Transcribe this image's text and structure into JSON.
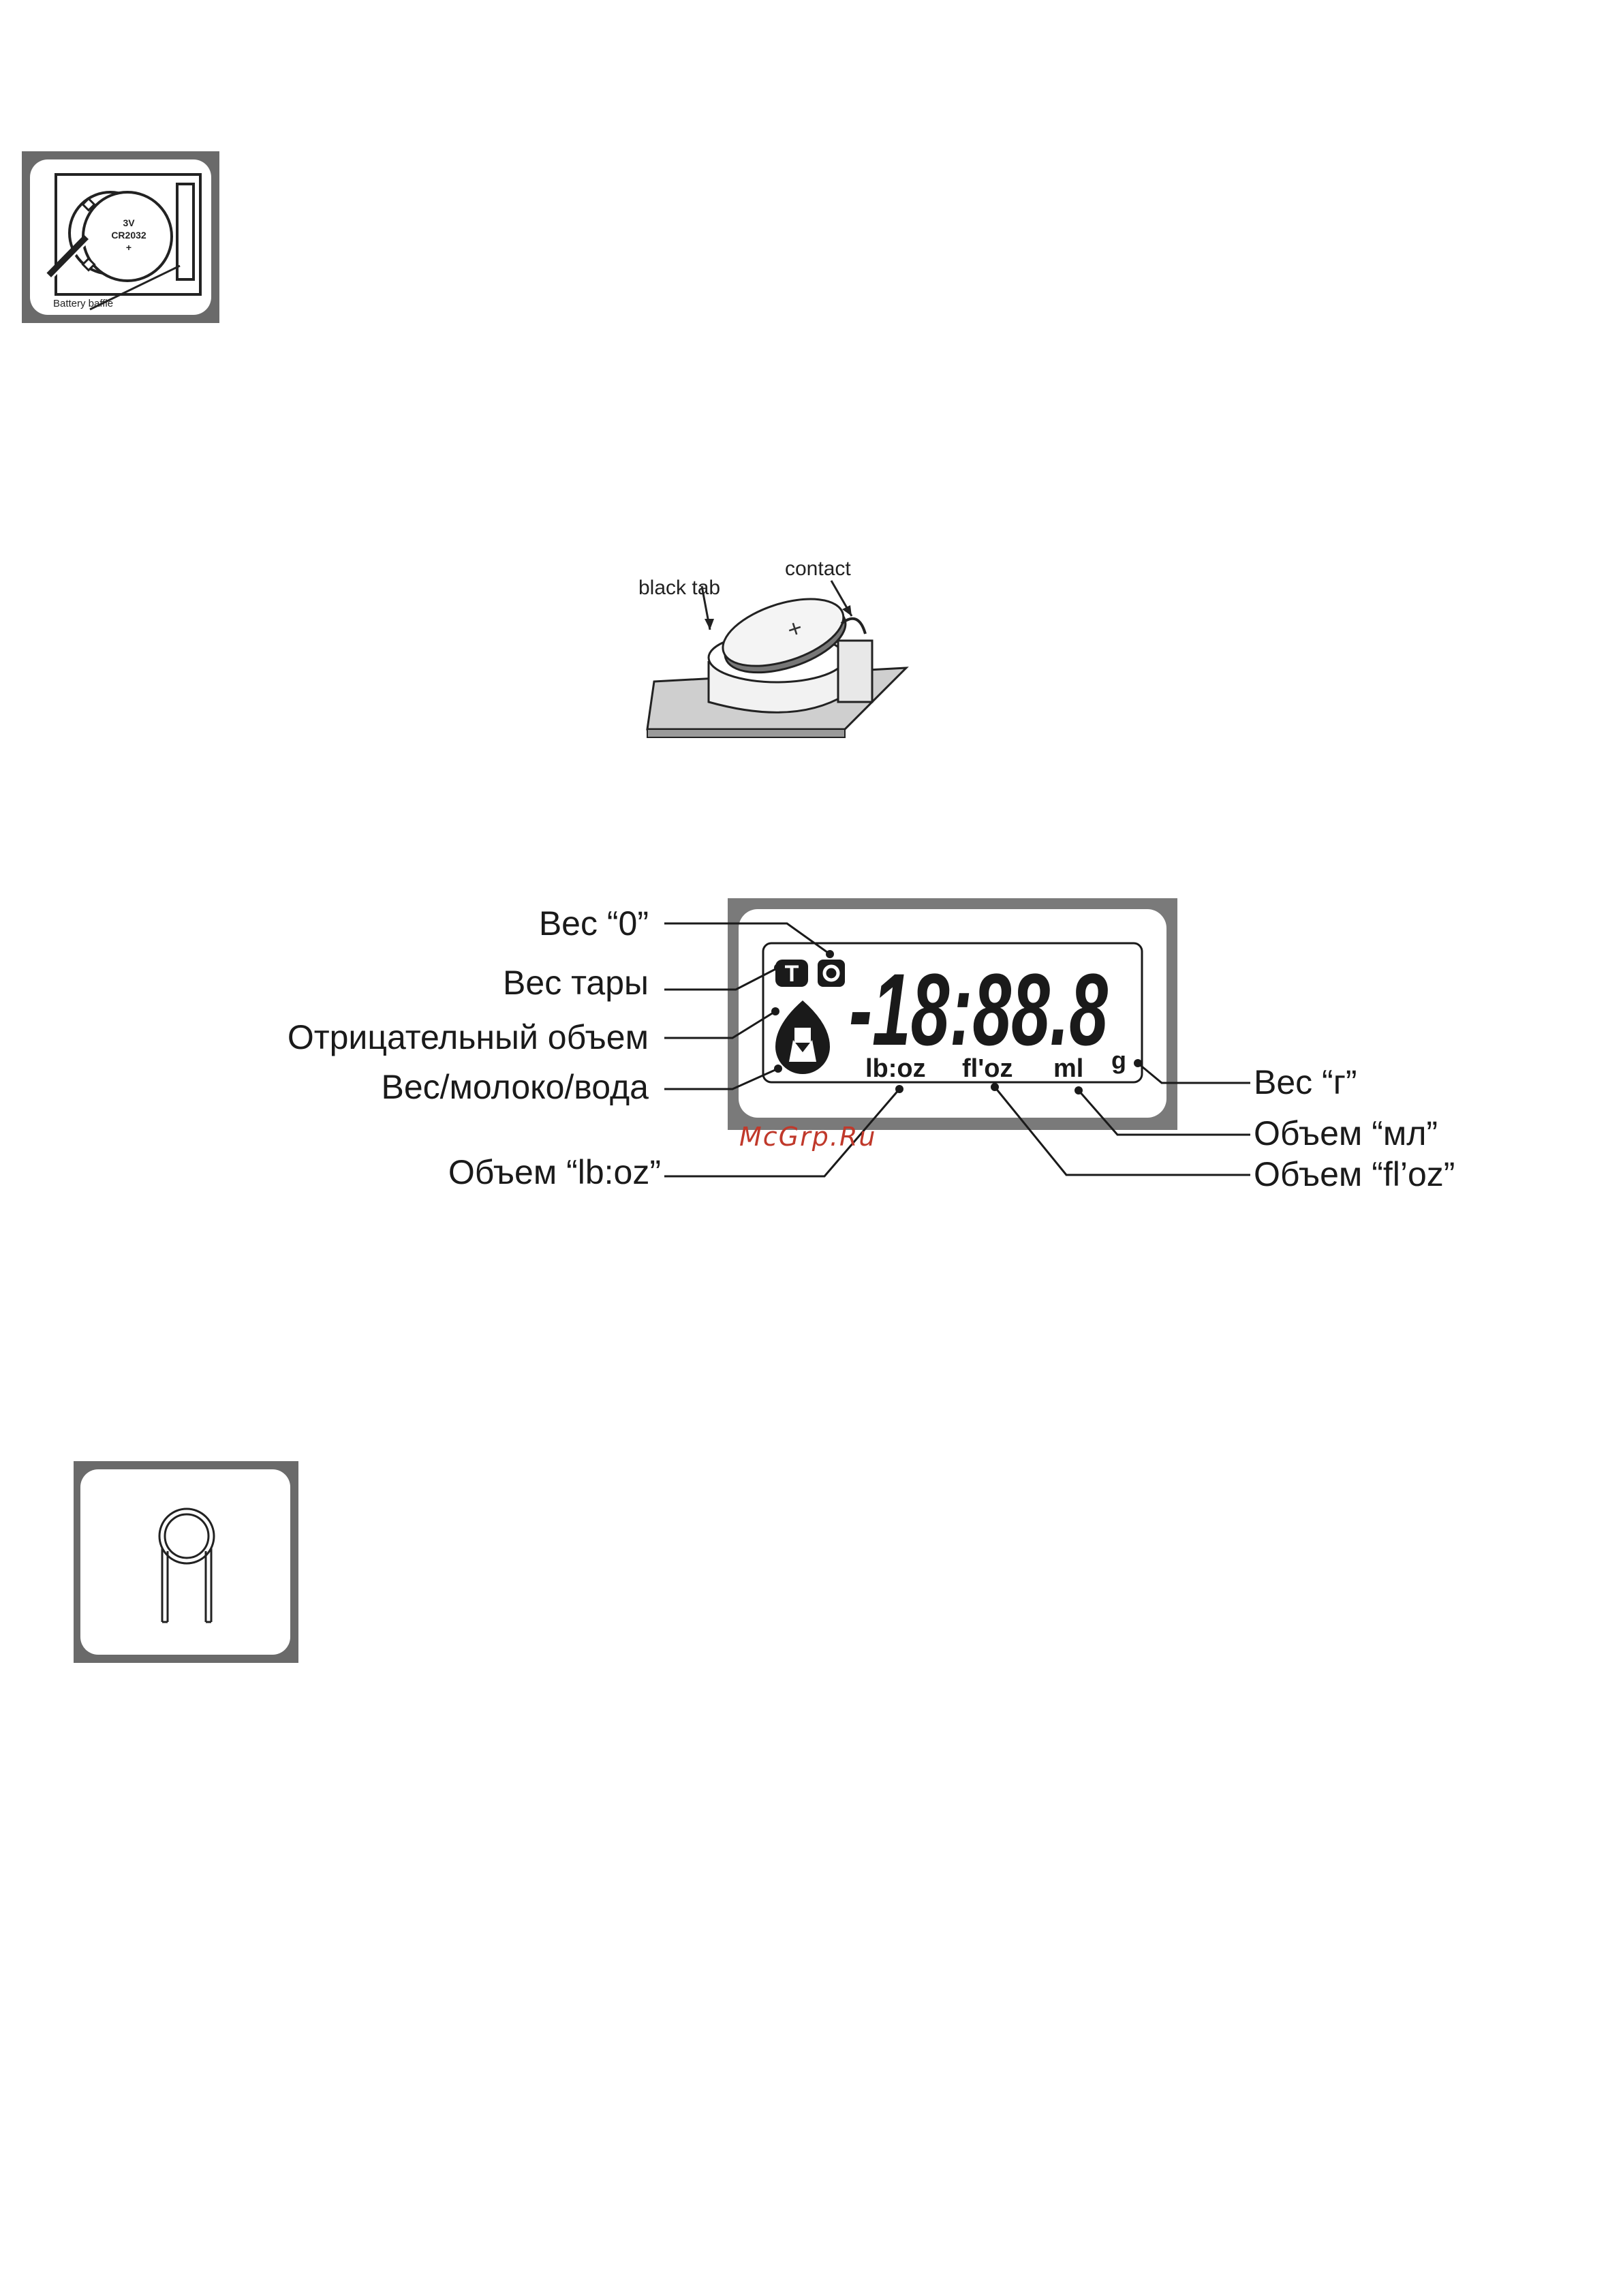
{
  "battery_icon": {
    "voltage": "3V",
    "model": "CR2032",
    "polarity": "+",
    "baffle_label": "Battery baffle"
  },
  "battery_install": {
    "black_tab_label": "black tab",
    "contact_label": "contact"
  },
  "lcd": {
    "digits": "-18:88.8",
    "tare_symbol": "T",
    "units": {
      "lb_oz": "lb:oz",
      "fl_oz": "fl'oz",
      "ml": "ml",
      "g": "g"
    },
    "callouts": {
      "zero_weight": "Вес “0”",
      "tare_weight": "Вес тары",
      "negative_volume": "Отрицательный объем",
      "weight_milk_water": "Вес/молоко/вода",
      "volume_lb_oz": "Объем “lb:oz”",
      "weight_g": "Вес “г”",
      "volume_ml": "Объем “мл”",
      "volume_fl_oz": "Объем “fl’oz”"
    },
    "watermark": "McGrp.Ru"
  }
}
